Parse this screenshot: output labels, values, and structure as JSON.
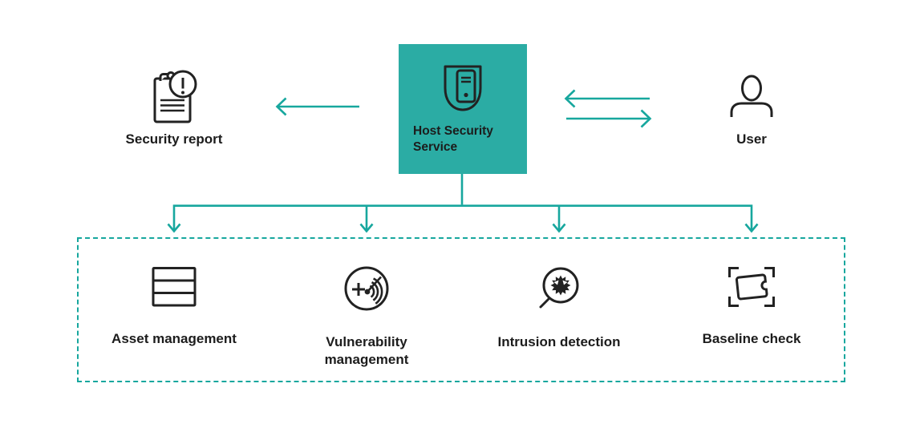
{
  "colors": {
    "accent": "#17a79e",
    "box_fill": "#2baca4",
    "icon_stroke": "#222222",
    "label_text": "#1c1c1c",
    "background": "#ffffff"
  },
  "diagram": {
    "center_node": {
      "label": "Host Security Service",
      "icon": "shield-server-icon"
    },
    "left_node": {
      "label": "Security report",
      "icon": "report-alert-icon"
    },
    "right_node": {
      "label": "User",
      "icon": "user-icon"
    },
    "services": [
      {
        "label": "Asset management",
        "icon": "asset-stack-icon"
      },
      {
        "label": "Vulnerability management",
        "icon": "vulnerability-scan-icon"
      },
      {
        "label": "Intrusion detection",
        "icon": "intrusion-magnifier-icon"
      },
      {
        "label": "Baseline check",
        "icon": "baseline-frame-icon"
      }
    ],
    "connections": [
      {
        "from": "host-security-service",
        "to": "security-report",
        "direction": "one-way-left"
      },
      {
        "from": "host-security-service",
        "to": "user",
        "direction": "two-way"
      },
      {
        "from": "host-security-service",
        "to": "services-group",
        "direction": "one-way-down-fanout-4"
      }
    ]
  }
}
